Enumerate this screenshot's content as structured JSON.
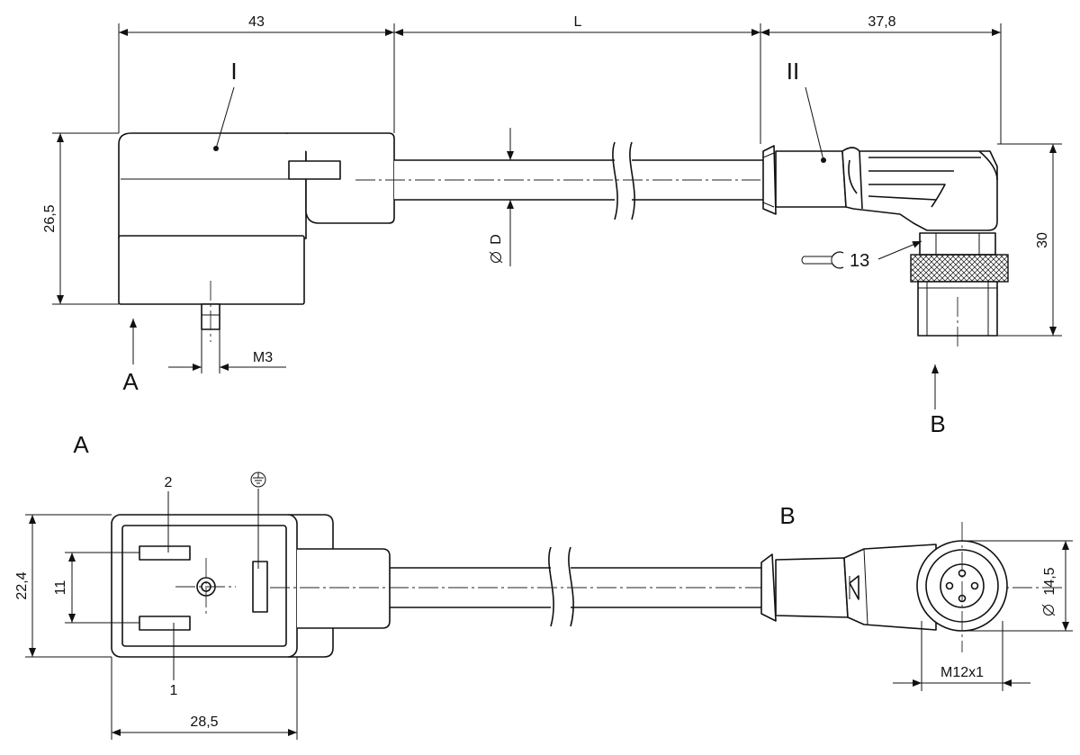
{
  "labels": {
    "dim_43": "43",
    "dim_L": "L",
    "dim_37_8": "37,8",
    "dim_26_5": "26,5",
    "dim_D": "D",
    "dim_30": "30",
    "dim_M3": "M3",
    "dim_13": "13",
    "view_I": "I",
    "view_II": "II",
    "arrow_A": "A",
    "arrow_B": "B",
    "view_A_title": "A",
    "view_B_title": "B",
    "pin_2": "2",
    "pin_1": "1",
    "dim_22_4": "22,4",
    "dim_11": "11",
    "dim_28_5": "28,5",
    "dim_14_5": "14,5",
    "dim_M12": "M12x1"
  },
  "symbols": {
    "diameter": "diameter-icon",
    "ground": "ground-icon",
    "wrench": "wrench-icon"
  }
}
